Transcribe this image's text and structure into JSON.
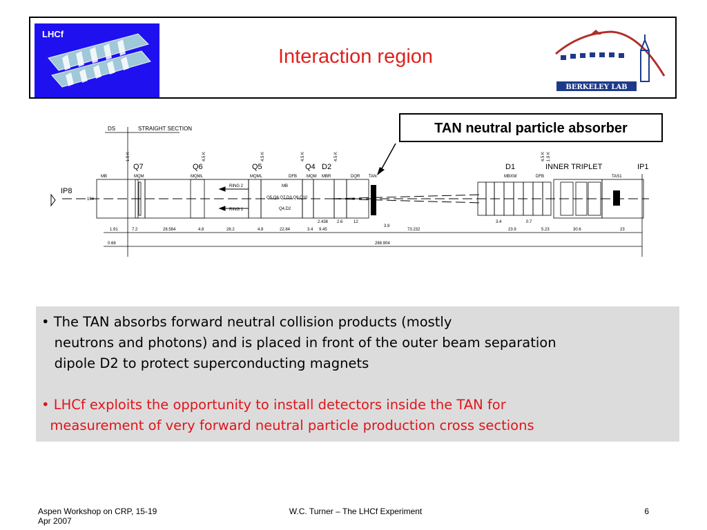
{
  "header": {
    "logo_label": "LHCf",
    "title": "Interaction region",
    "lab_name": "BERKELEY LAB"
  },
  "diagram": {
    "callout": "TAN neutral particle absorber",
    "top_labels": [
      "DS",
      "STRAIGHT SECTION",
      "Q7",
      "Q6",
      "Q5",
      "Q4",
      "D2",
      "D1",
      "INNER TRIPLET",
      "IP1"
    ],
    "temps": [
      "1.9 K",
      "4.5 K",
      "4.5 K",
      "4.5 K",
      "4.5 K",
      "4.5 K",
      "1.9 K"
    ],
    "element_labels": [
      "MB",
      "MQM",
      "MQML",
      "MQML",
      "DFB",
      "MQM",
      "MBR",
      "DQR",
      "TAN",
      "MBXW",
      "DFB",
      "TAS1"
    ],
    "inner_labels": [
      "RING 2",
      "RING 1",
      "MB",
      "Q5,Q6,Q7,D3,Q9,Q10",
      "Q4,D2"
    ],
    "ip_label": "IP8",
    "dim_labels": [
      "1.91",
      "7.2",
      "28.584",
      "4.8",
      "28.2",
      "4.8",
      "22.84",
      "3.4",
      "9.45",
      "2.438",
      "2.6",
      "12",
      "3.9",
      "73.232",
      "3.4",
      "0.7",
      "23.9",
      "5.23",
      "30.6",
      "23",
      "0.68",
      "268.904",
      "194"
    ]
  },
  "bullets": {
    "b1": "• The TAN absorbs forward neutral collision products (mostly\n   neutrons and photons) and is placed in front of the outer beam separation\n   dipole D2 to protect superconducting magnets",
    "b2": "• LHCf exploits the opportunity to install detectors inside the TAN for\n  measurement of very forward neutral particle production cross sections"
  },
  "footer": {
    "left": "Aspen Workshop on CRP, 15-19\nApr 2007",
    "middle": "W.C. Turner – The LHCf Experiment",
    "page": "6"
  },
  "colors": {
    "title": "#e0201c",
    "logo_bg": "#1f10f0",
    "bullet_box": "#dcdcdc",
    "accent_red": "#e0141a",
    "lab_blue": "#1d3a8a",
    "lab_red": "#b0302a"
  }
}
